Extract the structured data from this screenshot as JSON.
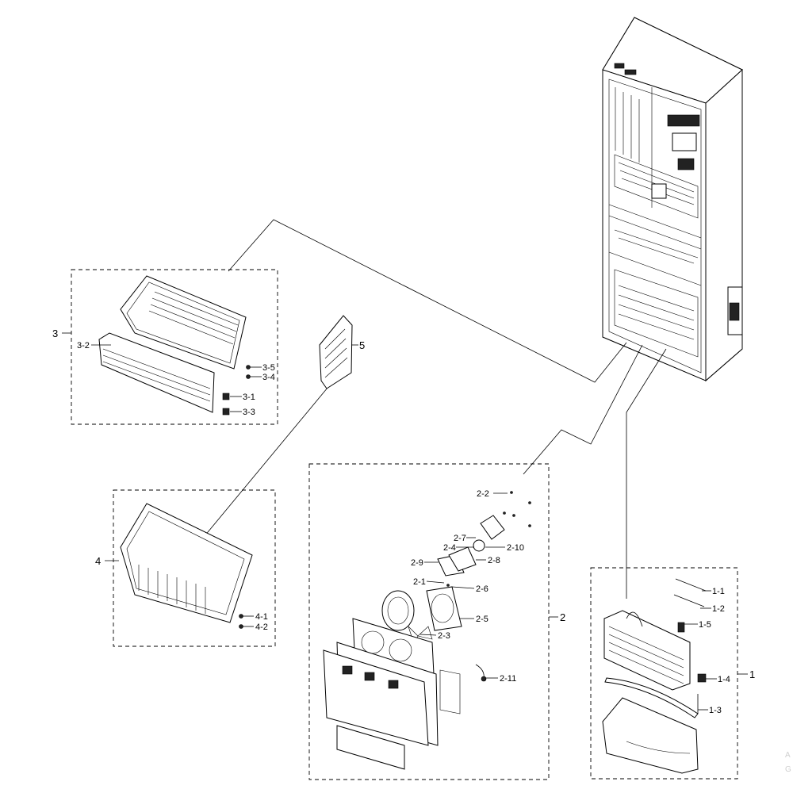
{
  "groups": {
    "g1": "1",
    "g2": "2",
    "g3": "3",
    "g4": "4",
    "g5": "5"
  },
  "labels": {
    "p1_1": "1-1",
    "p1_2": "1-2",
    "p1_3": "1-3",
    "p1_4": "1-4",
    "p1_5": "1-5",
    "p2_1": "2-1",
    "p2_2": "2-2",
    "p2_3": "2-3",
    "p2_4": "2-4",
    "p2_5": "2-5",
    "p2_6": "2-6",
    "p2_7": "2-7",
    "p2_8": "2-8",
    "p2_9": "2-9",
    "p2_10": "2-10",
    "p2_11": "2-11",
    "p3_1": "3-1",
    "p3_2": "3-2",
    "p3_3": "3-3",
    "p3_4": "3-4",
    "p3_5": "3-5",
    "p4_1": "4-1",
    "p4_2": "4-2"
  },
  "watermark": {
    "line1": "A",
    "line2": "G"
  }
}
